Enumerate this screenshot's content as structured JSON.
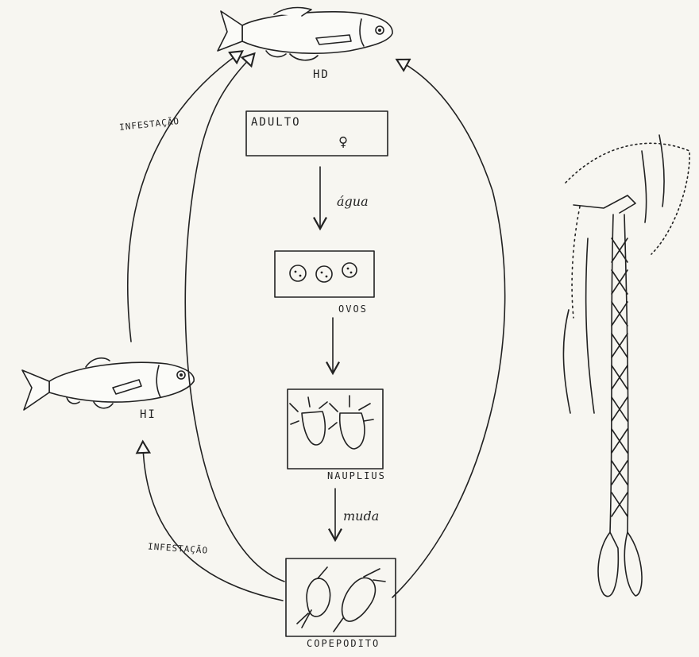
{
  "hosts": {
    "definitive": "HD",
    "intermediate": "HI"
  },
  "stages": {
    "adult": "ADULTO",
    "female_symbol": "♀",
    "eggs": "OVOS",
    "nauplius": "NAUPLIUS",
    "copepodite": "COPEPODITO"
  },
  "transitions": {
    "water": "água",
    "molt": "muda",
    "infestation_top": "INFESTAÇÃO",
    "infestation_bottom": "INFESTAÇÃO"
  }
}
